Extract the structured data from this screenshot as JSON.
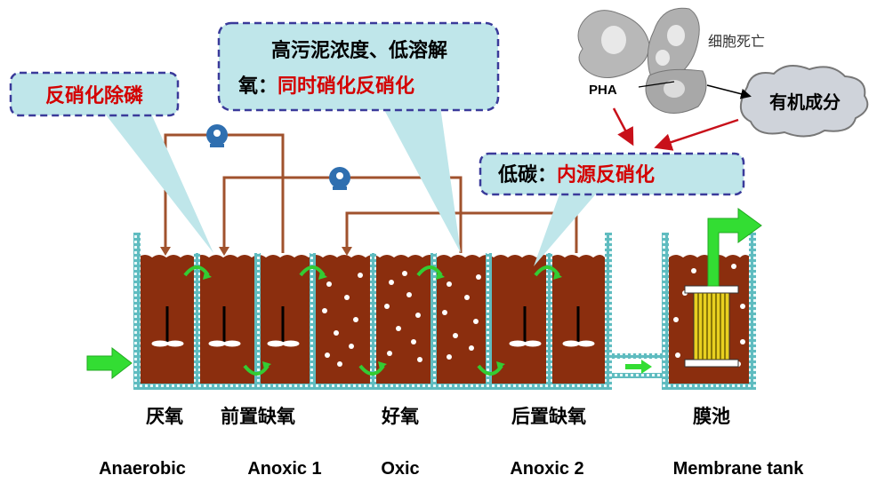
{
  "callouts": {
    "denitrifying_p_removal": "反硝化除磷",
    "high_sludge_line1": "高污泥浓度、低溶解",
    "high_sludge_line2_prefix": "氧：",
    "high_sludge_line2_red": "同时硝化反硝化",
    "low_carbon_prefix": "低碳：",
    "low_carbon_red": "内源反硝化"
  },
  "cell_annotations": {
    "pha": "PHA",
    "cell_death": "细胞死亡",
    "organic_matter": "有机成分"
  },
  "zones_cn": [
    "厌氧",
    "前置缺氧",
    "好氧",
    "后置缺氧",
    "膜池"
  ],
  "zones_en": [
    "Anaerobic",
    "Anoxic 1",
    "Oxic",
    "Anoxic 2",
    "Membrane tank"
  ],
  "colors": {
    "sludge": "#8b2e0e",
    "wall": "#5fbcc0",
    "pipe": "#a0522d",
    "arrow_green": "#33dd33",
    "callout_fill": "#bfe6ea",
    "callout_border": "#3a3a9a",
    "red_text": "#d40000",
    "pump": "#2f6fb0"
  }
}
